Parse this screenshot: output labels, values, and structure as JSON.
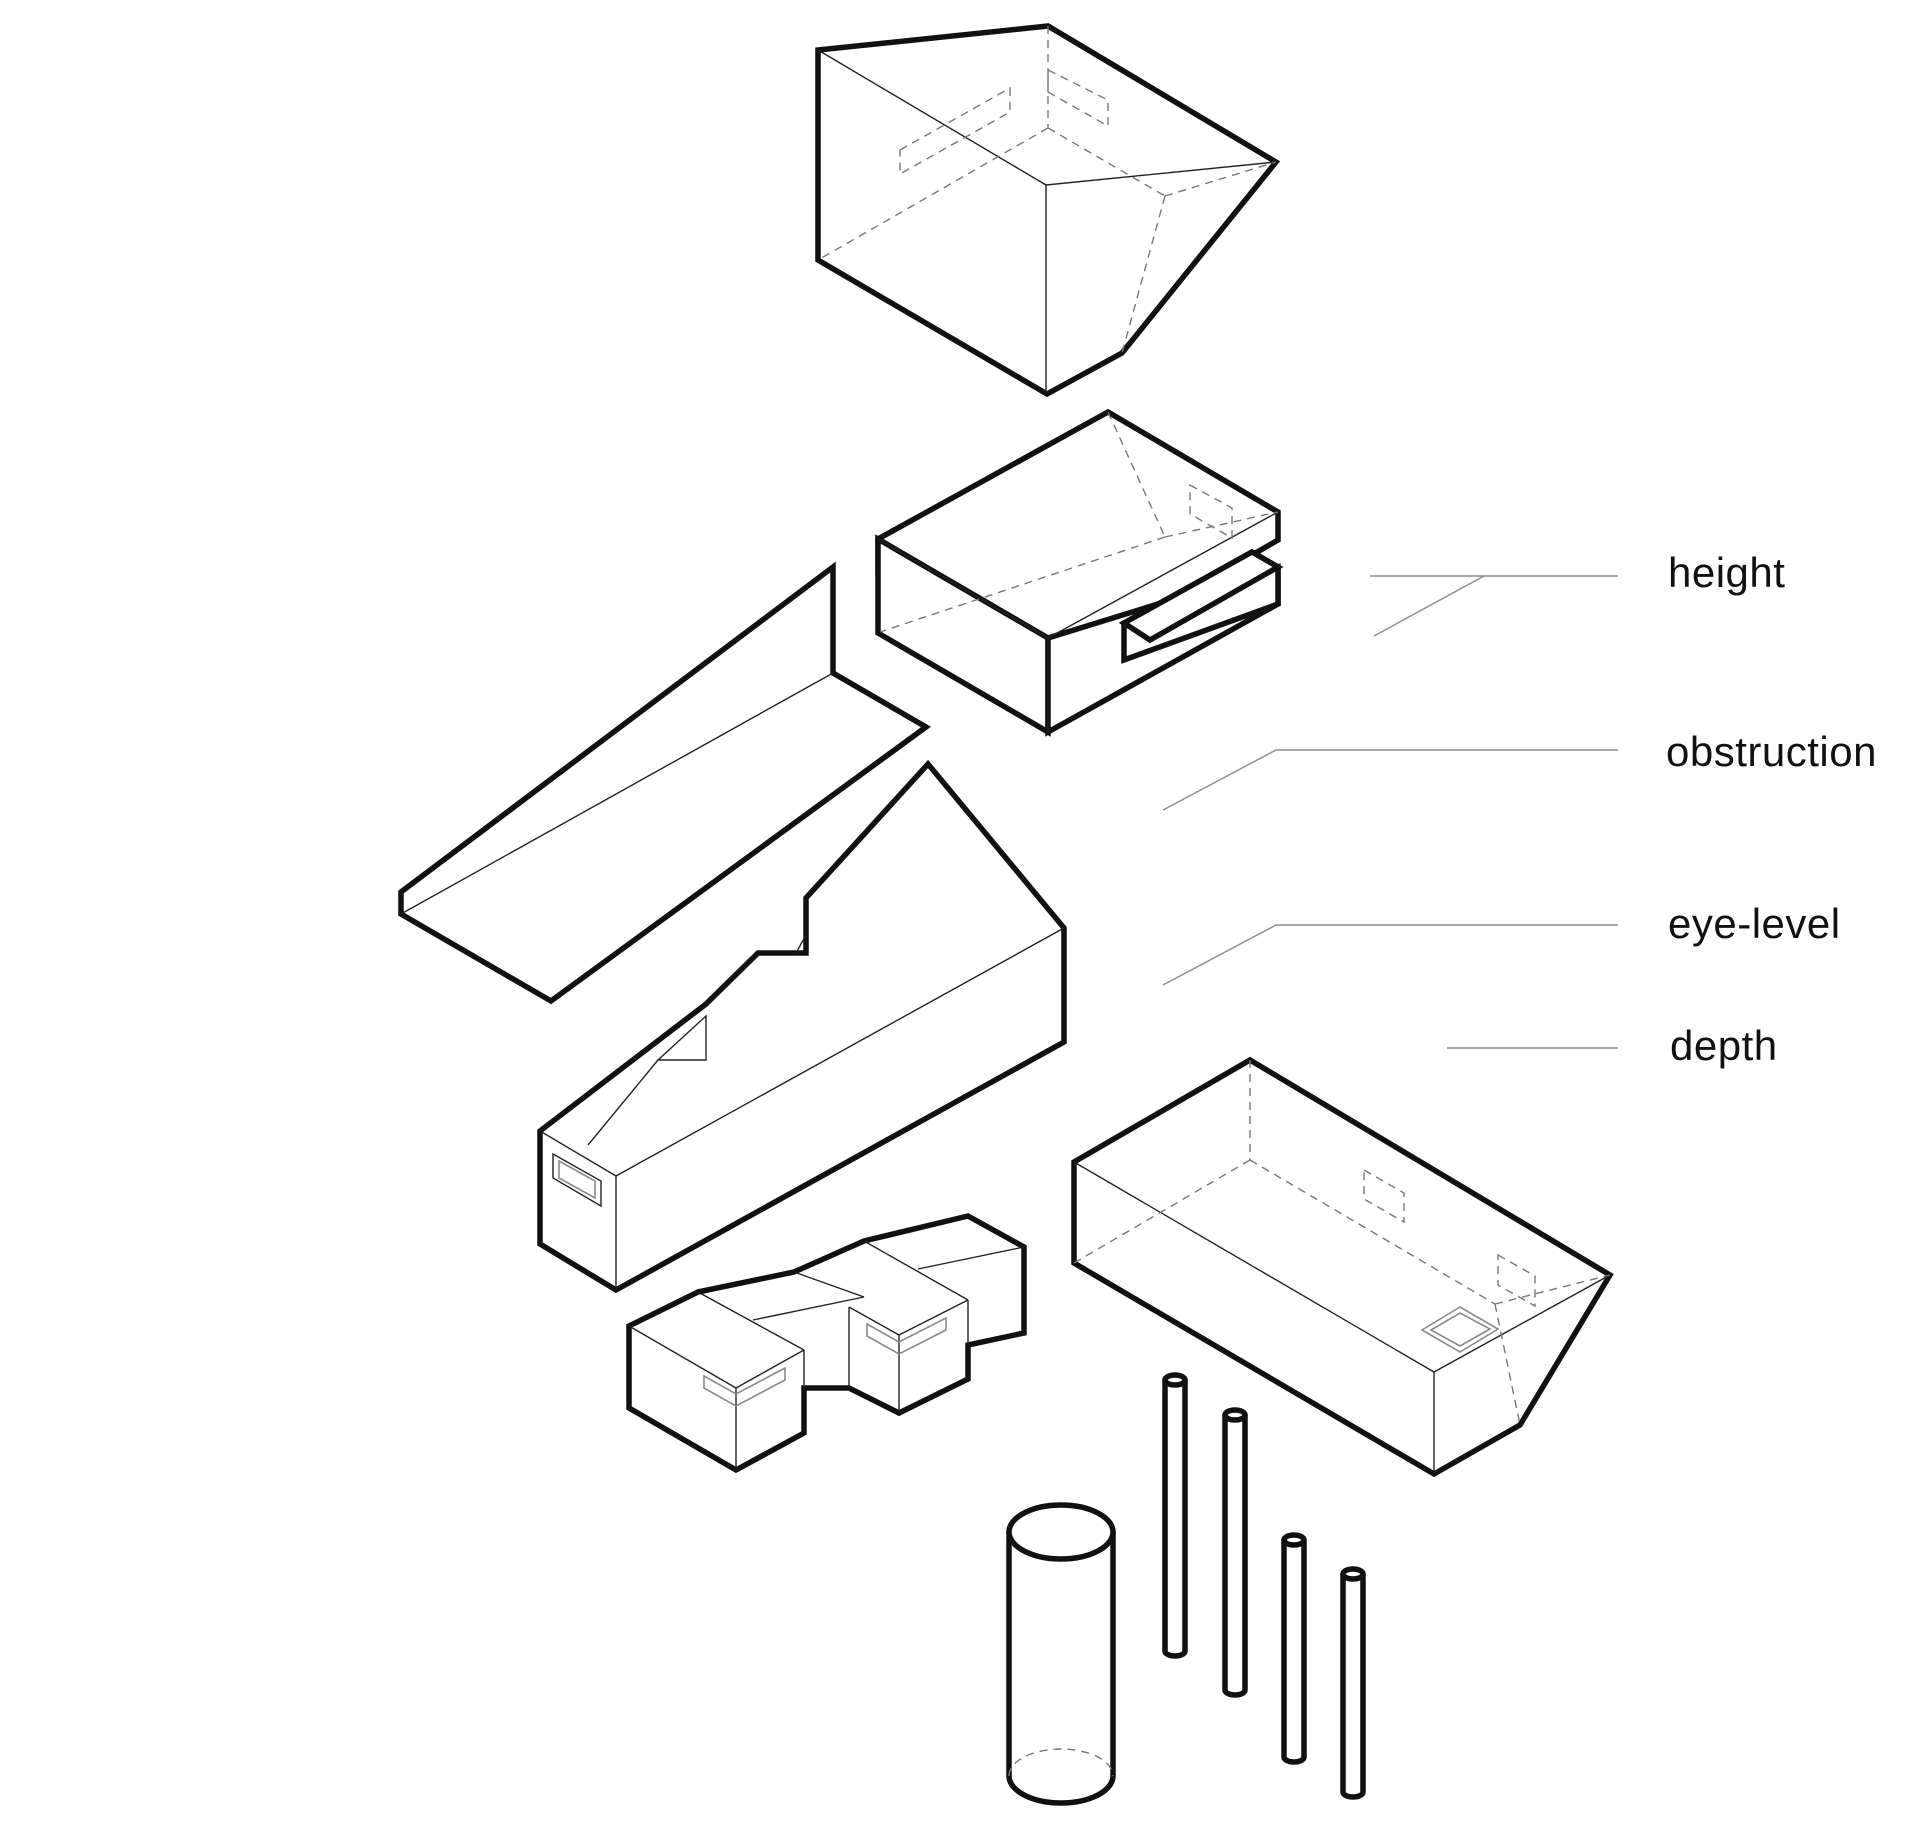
{
  "labels": {
    "height": "height",
    "obstruction": "obstruction",
    "eye_level": "eye-level",
    "depth": "depth"
  }
}
